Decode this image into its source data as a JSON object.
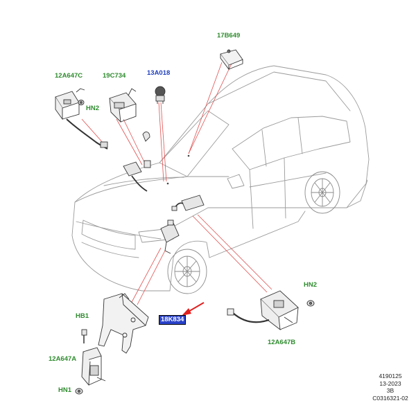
{
  "callouts": {
    "c17B649": "17B649",
    "c12A647C": "12A647C",
    "c19C734": "19C734",
    "c13A018": "13A018",
    "hn2_left": "HN2",
    "hn2_right": "HN2",
    "c18K834": "18K834",
    "hb1": "HB1",
    "c12A647A": "12A647A",
    "hn1": "HN1",
    "c12A647B": "12A647B"
  },
  "reference": {
    "line1": "4190125",
    "line2": "13-2023",
    "line3": "3B",
    "line4": "C0316321-02"
  },
  "colors": {
    "callout_text": "#2e8b2e",
    "module_text": "#1f3fbf",
    "highlight_bg": "#2b43c9",
    "leader_line": "#e05050",
    "pointer_arrow": "#e02020"
  }
}
